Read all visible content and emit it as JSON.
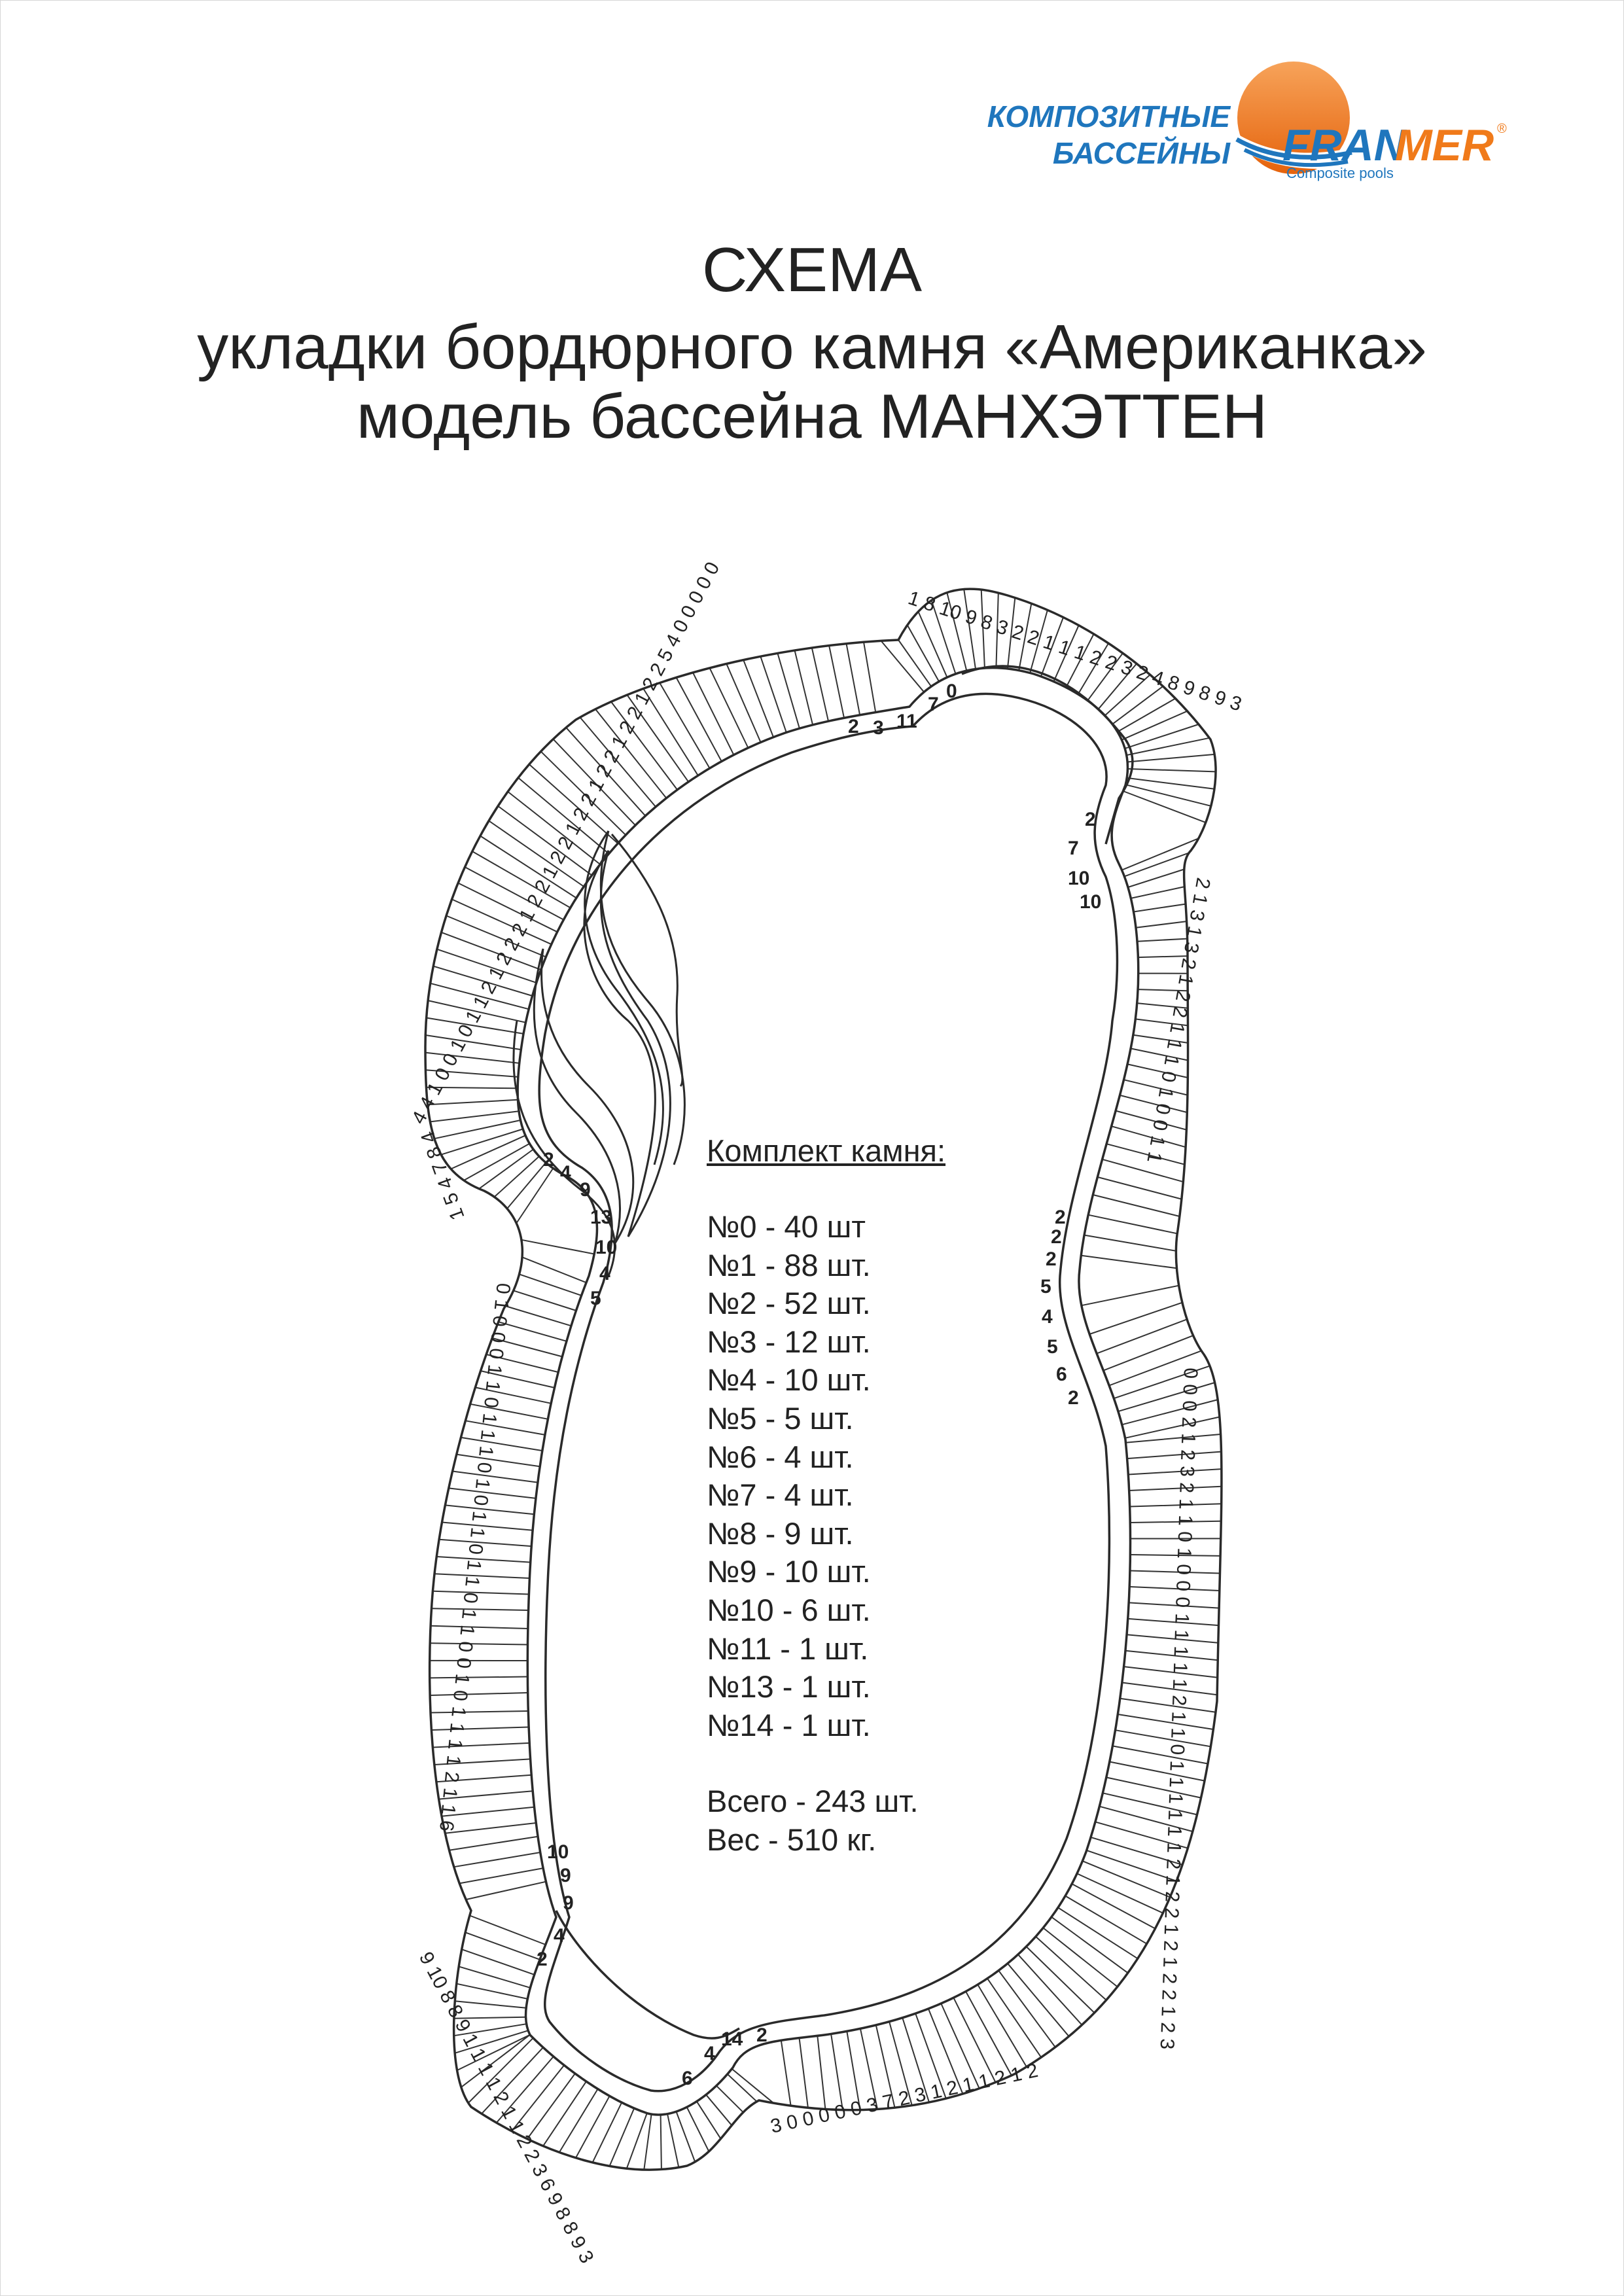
{
  "brand": {
    "line1": "КОМПОЗИТНЫЕ",
    "line2": "БАССЕЙНЫ",
    "logo_part1": "FRAN",
    "logo_part2": "MER",
    "logo_sub": "Composite pools",
    "registered": "®",
    "colors": {
      "orange": "#f07a1a",
      "blue": "#1f76bd"
    }
  },
  "title": {
    "line1": "СХЕМА",
    "line2": "укладки бордюрного камня «Американка»",
    "line3": "модель бассейна МАНХЭТТЕН"
  },
  "kit": {
    "heading": "Комплект камня:",
    "items": [
      "№0 - 40 шт",
      "№1 - 88 шт.",
      "№2 - 52 шт.",
      "№3 - 12 шт.",
      "№4 - 10 шт.",
      "№5 - 5 шт.",
      "№6 - 4 шт.",
      "№7 - 4 шт.",
      "№8 - 9 шт.",
      "№9 - 10 шт.",
      "№10 - 6 шт.",
      "№11 - 1 шт.",
      "№13 - 1 шт.",
      "№14 - 1 шт."
    ],
    "total": "Всего - 243 шт.",
    "weight": "Вес - 510 кг."
  },
  "border_labels": {
    "top": "1 8 10 9 8 3 2 2 1 1 1 2 2 3 2 4 8 9 8 9 3",
    "top_left": "4 4 1 0 0 1 0 1 1 2 1 2 2 2 1 2 2 1 2 2 1 2 2 1 2 2 1 2 2 1 2 2 5 4 0 0 0 0 0",
    "left_upper": "1 5 4 7 8 4",
    "left_mid": "0 1 0 0 0 1 1 0 1 1 1 0 1 0 1 1 0 1 1 0 1 1 0 0 1 0 1 1 1 1 2 1 1 6",
    "right_upper": "2 1 3 1 3 2 1 2 2 1 1 1 0 1 0 0 1 1",
    "right_lower": "0 0 0 2 1 2 3 2 1 1 0 1 0 0 0 1 1 1 1 1 2 1 1 0 1 1 1 1 1 1 2 1 2 2 1 2 1 2 2 1 2 3",
    "bottom": "3 0 0 0 0 0 3 7 2 3 1 2 1 1 2 1 2",
    "bottom_left": "9 10 8 8 9 1 1 1 1 2 1 1 2 2 3 6 9 8 8 9 3"
  },
  "inner_labels": {
    "top": [
      "2",
      "3",
      "11",
      "7",
      "0"
    ],
    "top_right": [
      "2",
      "7",
      "10",
      "10"
    ],
    "left_upper": [
      "2",
      "4",
      "9",
      "13",
      "10",
      "4",
      "5"
    ],
    "right_mid": [
      "2",
      "2",
      "2",
      "5",
      "4",
      "5",
      "6",
      "2"
    ],
    "left_lower": [
      "10",
      "9",
      "9",
      "4",
      "2"
    ],
    "bottom": [
      "6",
      "4",
      "14",
      "2"
    ]
  }
}
